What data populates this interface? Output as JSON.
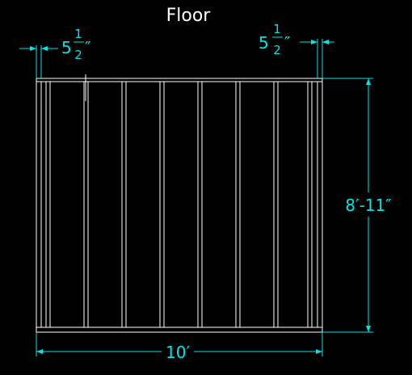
{
  "drawing": {
    "title": "Floor",
    "stud_count": 7,
    "dimensions": {
      "left_offset": {
        "whole": "5",
        "numerator": "1",
        "denominator": "2",
        "unit": "″"
      },
      "right_offset": {
        "whole": "5",
        "numerator": "1",
        "denominator": "2",
        "unit": "″"
      },
      "height": "8′-11″",
      "width": "10′"
    },
    "colors": {
      "background": "#000000",
      "framing": "#ffffff",
      "dimension": "#00e5e5"
    }
  }
}
